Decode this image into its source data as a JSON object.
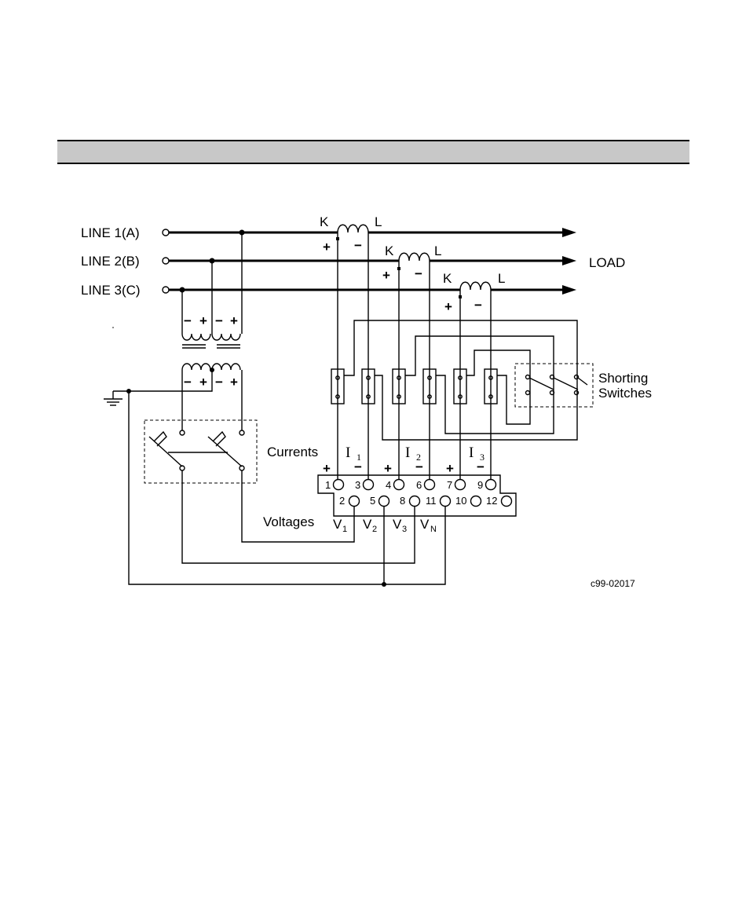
{
  "lines": [
    {
      "label": "LINE 1(A)"
    },
    {
      "label": "LINE 2(B)"
    },
    {
      "label": "LINE 3(C)"
    }
  ],
  "load_label": "LOAD",
  "ct_terminals": {
    "k": "K",
    "l": "L"
  },
  "polarity": {
    "plus": "+",
    "minus": "−"
  },
  "shorting_label_line1": "Shorting",
  "shorting_label_line2": "Switches",
  "currents_label": "Currents",
  "voltages_label": "Voltages",
  "current_symbols": [
    {
      "main": "I",
      "sub": "1"
    },
    {
      "main": "I",
      "sub": "2"
    },
    {
      "main": "I",
      "sub": "3"
    }
  ],
  "terminal_top_numbers": [
    "1",
    "3",
    "4",
    "6",
    "7",
    "9"
  ],
  "terminal_bottom_numbers": [
    "2",
    "5",
    "8",
    "11",
    "10",
    "12"
  ],
  "voltage_symbols": [
    {
      "main": "V",
      "sub": "1"
    },
    {
      "main": "V",
      "sub": "2"
    },
    {
      "main": "V",
      "sub": "3"
    },
    {
      "main": "V",
      "sub": "N"
    }
  ],
  "figure_code": "c99-02017"
}
